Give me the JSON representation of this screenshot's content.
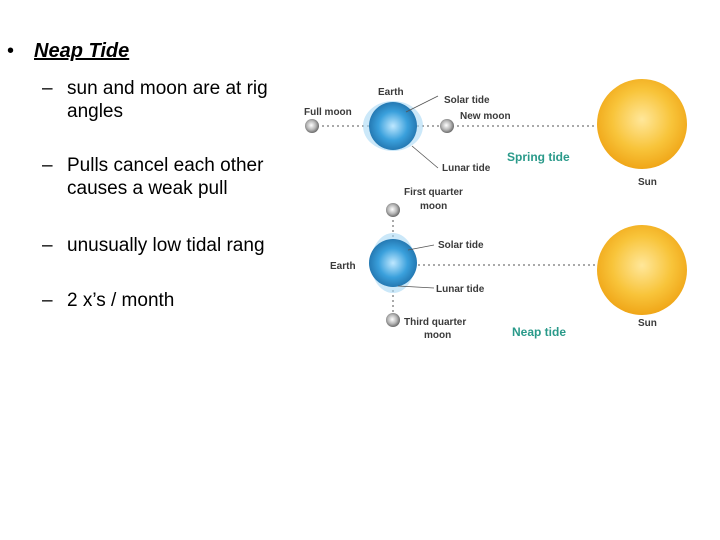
{
  "slide": {
    "bullet": "•",
    "title": "Neap Tide",
    "dash": "–",
    "points": [
      {
        "line1": "sun and moon are at rig",
        "line2": "angles"
      },
      {
        "line1": "Pulls cancel each other",
        "line2": "causes a weak pull"
      },
      {
        "line1": "unusually low tidal rang",
        "line2": ""
      },
      {
        "line1": "2 x’s / month",
        "line2": ""
      }
    ]
  },
  "figure": {
    "spring": {
      "earth_label": "Earth",
      "full_moon_label": "Full moon",
      "solar_tide_label": "Solar tide",
      "new_moon_label": "New moon",
      "lunar_tide_label": "Lunar tide",
      "tide_name": "Spring tide",
      "sun_label": "Sun"
    },
    "neap": {
      "first_quarter_line1": "First quarter",
      "first_quarter_line2": "moon",
      "earth_label": "Earth",
      "solar_tide_label": "Solar tide",
      "lunar_tide_label": "Lunar tide",
      "third_quarter_line1": "Third quarter",
      "third_quarter_line2": "moon",
      "tide_name": "Neap tide",
      "sun_label": "Sun"
    },
    "colors": {
      "earth": "#3aa0dc",
      "sun": "#f5b820",
      "moon": "#8a8a8a",
      "tide_label": "#2a9a8a"
    }
  }
}
